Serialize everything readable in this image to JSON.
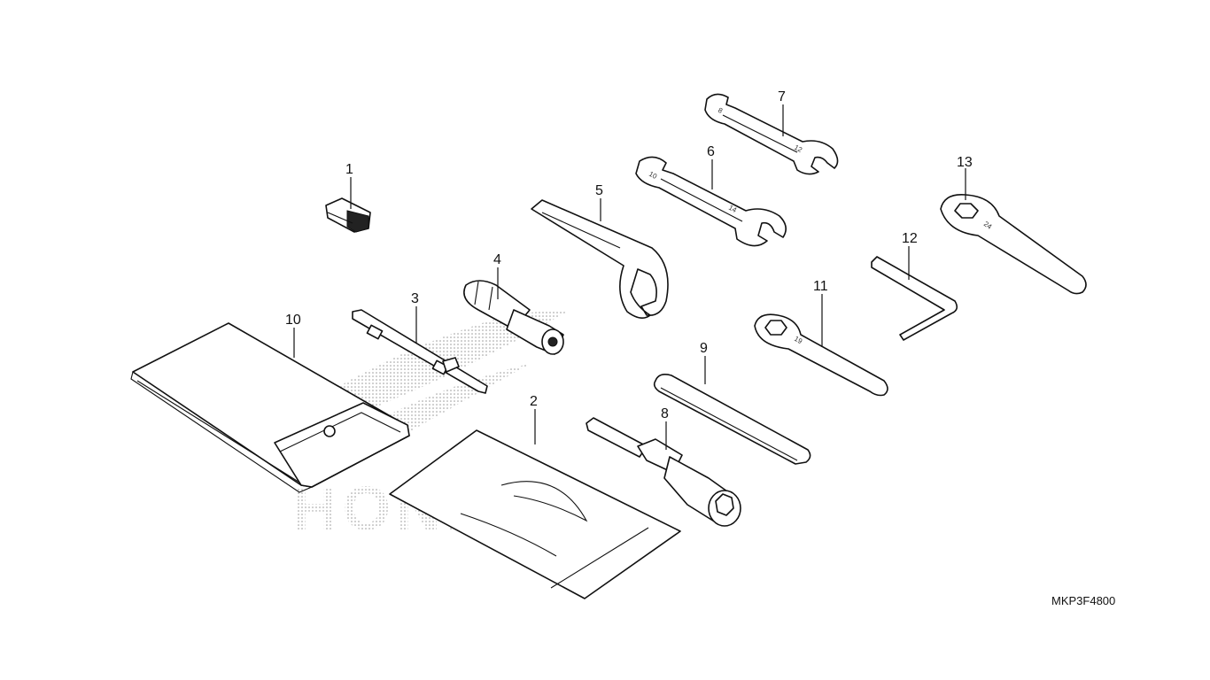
{
  "diagram": {
    "drawing_code": "MKP3F4800",
    "watermark_text": "HONDA",
    "callouts": [
      "1",
      "2",
      "3",
      "4",
      "5",
      "6",
      "7",
      "8",
      "9",
      "10",
      "11",
      "12",
      "13"
    ],
    "wrench_stamps": {
      "wrench_7_small": "8",
      "wrench_7_large": "12",
      "wrench_6_small": "10",
      "wrench_6_large": "14",
      "ring_11": "19",
      "ring_13": "24"
    }
  }
}
